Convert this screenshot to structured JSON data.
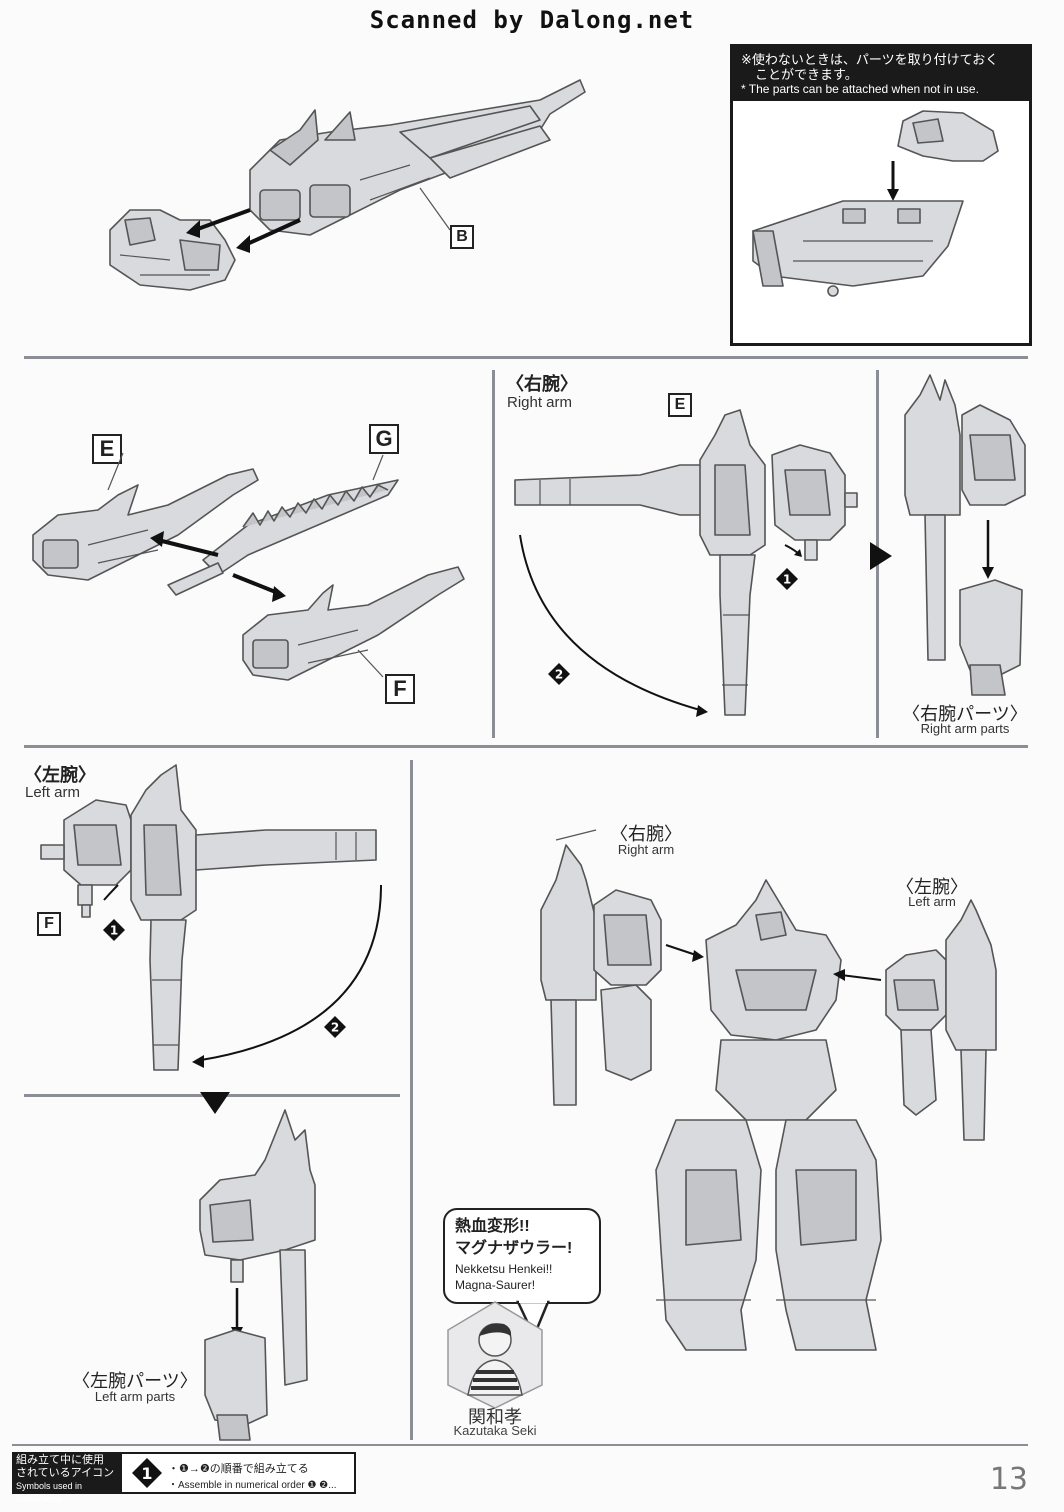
{
  "header": {
    "scan_credit": "Scanned by Dalong.net"
  },
  "note": {
    "jp_line1": "※使わないときは、パーツを取り付けておく",
    "jp_line2": "ことができます。",
    "en": "* The parts can be attached when not in use."
  },
  "labels": {
    "b": "B",
    "e": "E",
    "g": "G",
    "f": "F",
    "e2": "E",
    "f2": "F"
  },
  "right_arm": {
    "title_jp": "〈右腕〉",
    "title_en": "Right arm",
    "parts_jp": "〈右腕パーツ〉",
    "parts_en": "Right arm parts"
  },
  "left_arm": {
    "title_jp": "〈左腕〉",
    "title_en": "Left arm",
    "parts_jp": "〈左腕パーツ〉",
    "parts_en": "Left arm parts"
  },
  "final": {
    "right_jp": "〈右腕〉",
    "right_en": "Right arm",
    "left_jp": "〈左腕〉",
    "left_en": "Left arm"
  },
  "steps": {
    "one": "1",
    "two": "2"
  },
  "speech": {
    "jp_line1": "熱血変形!!",
    "jp_line2": "マグナザウラー!",
    "en_line1": "Nekketsu Henkei!!",
    "en_line2": "Magna-Saurer!"
  },
  "character": {
    "name_jp": "関和孝",
    "name_en": "Kazutaka Seki"
  },
  "footer": {
    "legend_jp_line1": "組み立て中に使用",
    "legend_jp_line2": "されているアイコン",
    "legend_en": "Symbols used in instructions",
    "icon_num": "1",
    "desc_jp": "・❶→❷の順番で組み立てる",
    "desc_en": "・Assemble in numerical order ❶ ❷..."
  },
  "page_number": "13"
}
